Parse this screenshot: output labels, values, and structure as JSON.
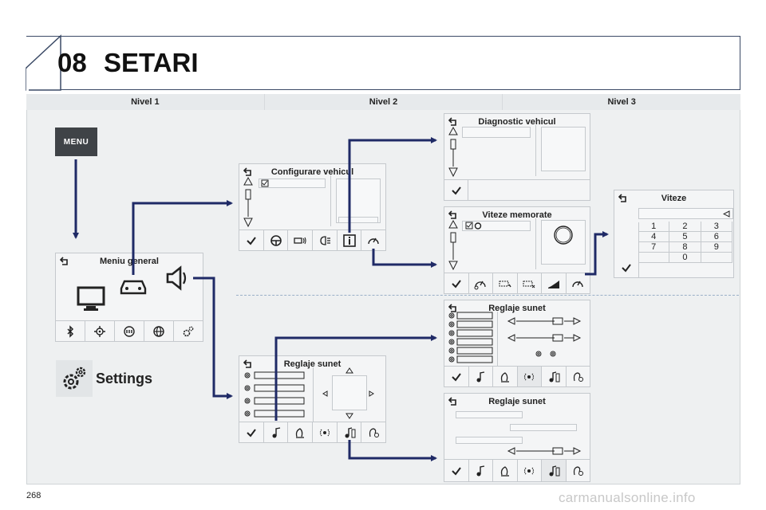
{
  "chapter": {
    "number": "08",
    "title": "SETARI"
  },
  "levels": [
    "Nivel 1",
    "Nivel 2",
    "Nivel 3"
  ],
  "menu_button": {
    "label": "MENU"
  },
  "panels": {
    "meniu_general": {
      "title": "Meniu general"
    },
    "configurare_vehicul": {
      "title": "Configurare vehicul"
    },
    "diagnostic_vehicul": {
      "title": "Diagnostic vehicul"
    },
    "viteze_memorate": {
      "title": "Viteze memorate"
    },
    "viteze": {
      "title": "Viteze",
      "keys": [
        "1",
        "2",
        "3",
        "4",
        "5",
        "6",
        "7",
        "8",
        "9",
        "",
        "0",
        ""
      ]
    },
    "reglaje_sunet_lvl2": {
      "title": "Reglaje sunet"
    },
    "reglaje_sunet_a": {
      "title": "Reglaje sunet"
    },
    "reglaje_sunet_b": {
      "title": "Reglaje sunet"
    }
  },
  "settings": {
    "label": "Settings"
  },
  "page_number": "268",
  "watermark": "carmanualsonline.info",
  "colors": {
    "arrow": "#1f2a66",
    "panel_bg": "#f4f5f6",
    "frame_bg": "#eef0f1"
  }
}
